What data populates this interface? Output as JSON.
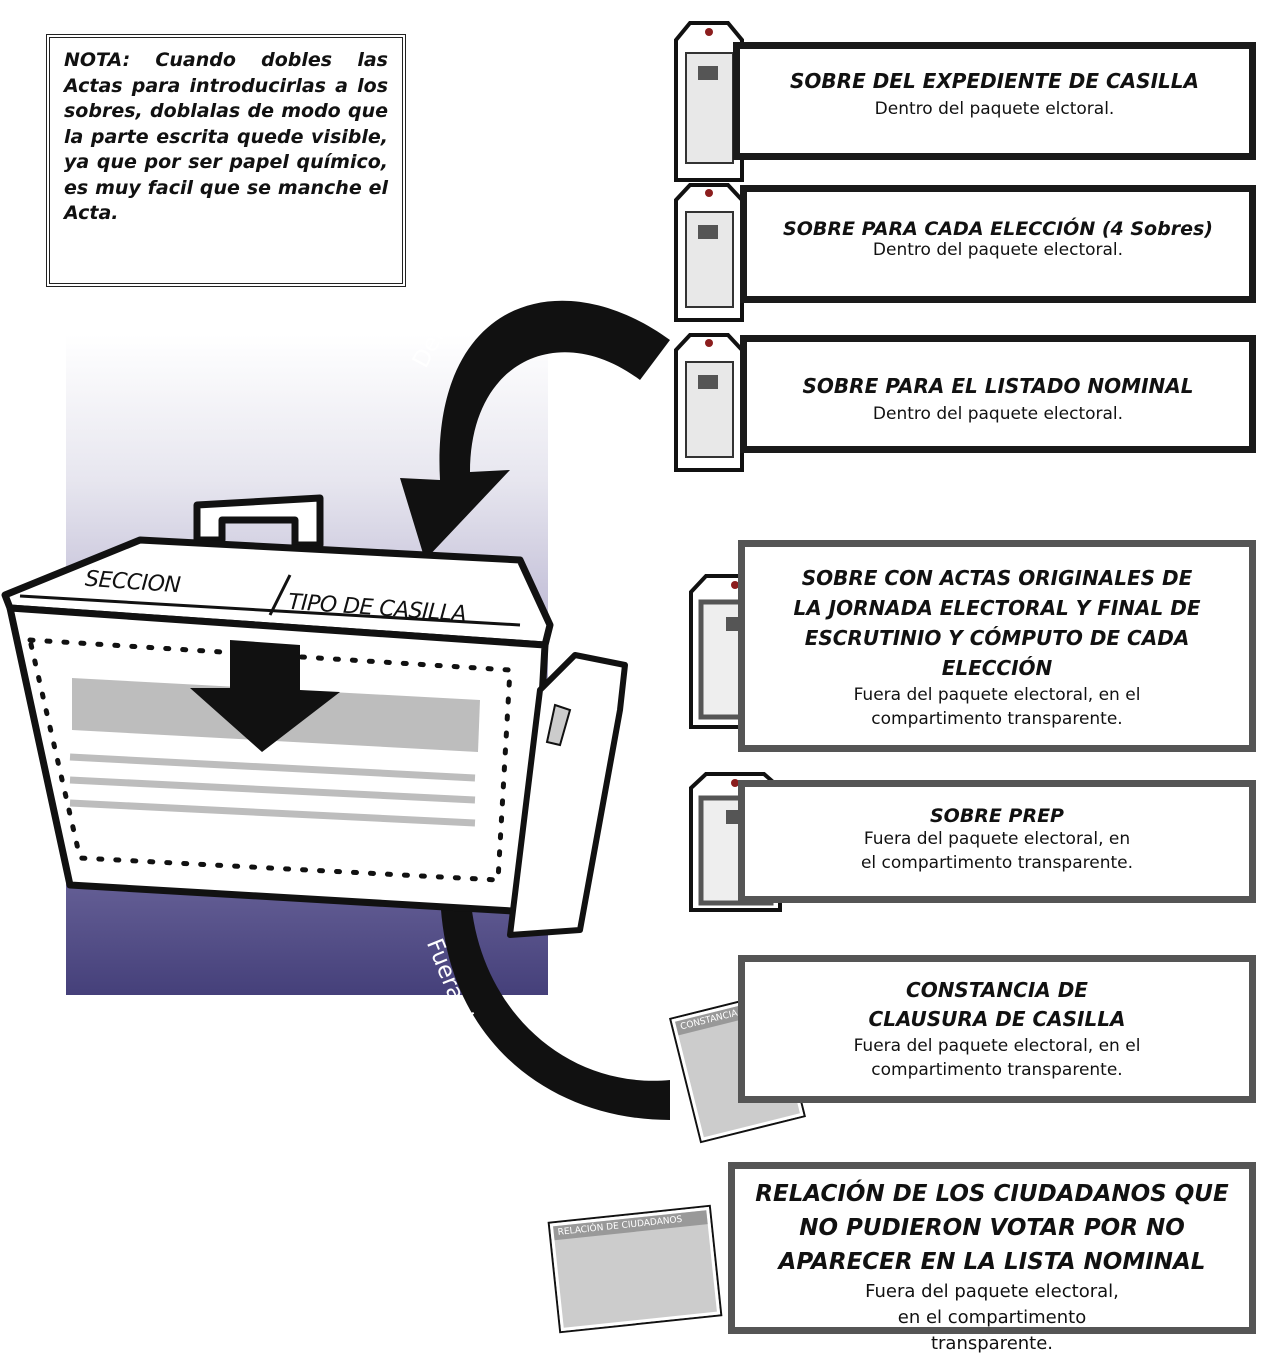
{
  "note": {
    "text": "NOTA: Cuando dobles las Actas para introducirlas a los sobres, doblalas de modo que la parte escrita quede visible, ya que por ser papel químico, es muy facil que se manche el Acta."
  },
  "box_labels": {
    "left": "SECCION",
    "right": "TIPO DE CASILLA"
  },
  "arrows": {
    "inside": "Dentro del Paquete",
    "outside": "Fuera del Paquete"
  },
  "items": [
    {
      "title": "SOBRE DEL EXPEDIENTE DE CASILLA",
      "desc": "Dentro del paquete elctoral."
    },
    {
      "title": "SOBRE PARA CADA ELECCIÓN (4 Sobres)",
      "desc": "Dentro del paquete electoral."
    },
    {
      "title": "SOBRE PARA EL LISTADO NOMINAL",
      "desc": "Dentro del paquete electoral."
    },
    {
      "title": "SOBRE CON ACTAS ORIGINALES DE LA JORNADA ELECTORAL Y FINAL DE ESCRUTINIO Y CÓMPUTO DE CADA ELECCIÓN",
      "desc": "Fuera del paquete electoral, en el compartimento transparente."
    },
    {
      "title": "SOBRE PREP",
      "desc": "Fuera del paquete electoral, en el compartimento transparente."
    },
    {
      "title": "CONSTANCIA DE CLAUSURA DE CASILLA",
      "desc": "Fuera del paquete electoral, en el compartimento transparente."
    },
    {
      "title": "RELACIÓN DE LOS CIUDADANOS QUE NO PUDIERON VOTAR POR NO APARECER EN LA LISTA NOMINAL",
      "desc": "Fuera del paquete electoral, en el compartimento transparente."
    }
  ],
  "forms": {
    "constancia": "CONSTANCIA",
    "relacion": "RELACIÓN DE CIUDADANOS"
  },
  "colors": {
    "background_gradient_top": "#ffffff",
    "background_gradient_bottom": "#45407a",
    "border_dark": "#1a1a1a",
    "border_gray": "#555555"
  }
}
